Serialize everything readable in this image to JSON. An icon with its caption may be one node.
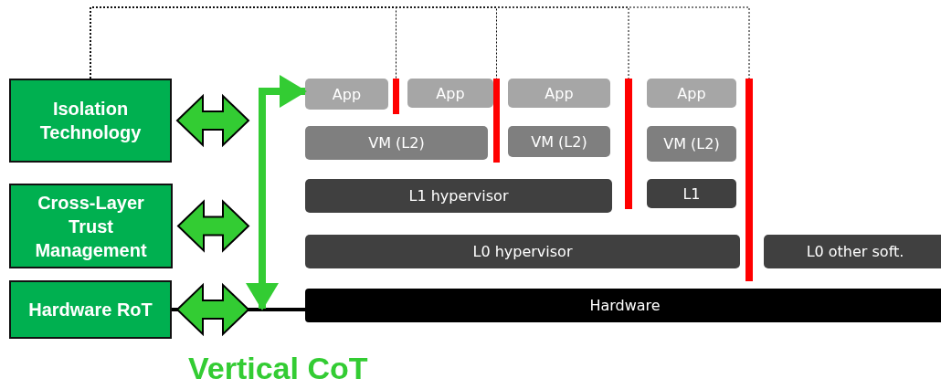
{
  "diagram": {
    "nodes": [
      {
        "text": [
          "Isolation Technology"
        ]
      },
      {
        "text": [
          "Cross-Layer Trust Management"
        ]
      },
      {
        "text": [
          "Hardware RoT"
        ]
      },
      {
        "text": [
          "App"
        ]
      },
      {
        "text": [
          "App"
        ]
      },
      {
        "text": [
          "App"
        ]
      },
      {
        "text": [
          "App"
        ]
      },
      {
        "text": [
          "VM (L2)"
        ]
      },
      {
        "text": [
          "VM (L2)"
        ]
      },
      {
        "text": [
          "VM (L2)"
        ]
      },
      {
        "text": [
          "L1 hypervisor"
        ]
      },
      {
        "text": [
          "L1"
        ]
      },
      {
        "text": [
          "L0 hypervisor"
        ]
      },
      {
        "text": [
          "L0 other soft."
        ]
      },
      {
        "text": [
          "Hardware"
        ]
      },
      {
        "text": [],
        "shape": "bar"
      },
      {
        "text": [],
        "shape": "bar"
      },
      {
        "text": [],
        "shape": "bar"
      },
      {
        "text": [],
        "shape": "bar"
      }
    ],
    "edges": [
      {
        "from": 0,
        "to": 15,
        "arrow": "none",
        "style": "dashed"
      },
      {
        "from": 0,
        "to": 16,
        "arrow": "none",
        "style": "dashed"
      },
      {
        "from": 0,
        "to": 17,
        "arrow": "none",
        "style": "dashed"
      },
      {
        "from": 0,
        "to": 18,
        "arrow": "none",
        "style": "dashed"
      },
      {
        "from": 2,
        "to": 14,
        "arrow": "none",
        "style": "thick"
      },
      {
        "from": null,
        "to": 3,
        "arrow": "both",
        "style": "thick",
        "color": "#33cc33"
      },
      {
        "from": 0,
        "to": null,
        "arrow": "both",
        "style": "thick",
        "color": "#33cc33"
      },
      {
        "from": 1,
        "to": null,
        "arrow": "both",
        "style": "thick",
        "color": "#33cc33"
      },
      {
        "from": 2,
        "to": null,
        "arrow": "both",
        "style": "thick",
        "color": "#33cc33"
      }
    ],
    "labels": [
      "Vertical CoT"
    ]
  }
}
